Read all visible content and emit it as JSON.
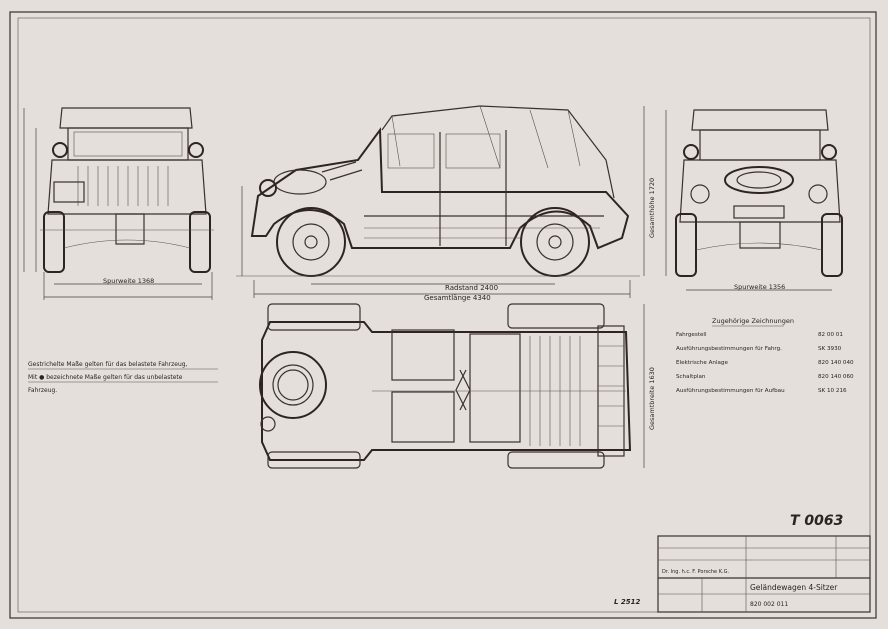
{
  "drawing_number": "T 0063",
  "corner_number": "L 2512",
  "notes": {
    "line1": "Gestrichelte Maße gelten für das belastete Fahrzeug,",
    "line2": "Mit ● bezeichnete Maße gelten für das unbelastete",
    "line3": "Fahrzeug."
  },
  "front_view": {
    "track_label": "Spurweite 1368"
  },
  "rear_view": {
    "track_label": "Spurweite 1356"
  },
  "side_view": {
    "wheelbase_label": "Radstand  2400",
    "length_label": "Gesamtlänge  4340",
    "height_label": "Gesamthöhe 1720"
  },
  "top_view": {
    "width_label": "Gesamtbreite 1630"
  },
  "related_drawings": {
    "title": "Zugehörige Zeichnungen",
    "rows": [
      {
        "name": "Fahrgestell",
        "number": "82 00 01"
      },
      {
        "name": "Ausführungsbestimmungen für Fahrg.",
        "number": "SK 3930"
      },
      {
        "name": "Elektrische Anlage",
        "number": "820 140 040"
      },
      {
        "name": "Schaltplan",
        "number": "820 140 060"
      },
      {
        "name": "Ausführungsbestimmungen für Aufbau",
        "number": "SK 10 216"
      }
    ]
  },
  "title_block": {
    "title": "Geländewagen 4-Sitzer",
    "part_number": "820 002 011",
    "company": "Dr. Ing. h.c. F. Porsche K.G."
  },
  "colors": {
    "paper": "#e4dfda",
    "ink": "#2e2522"
  }
}
